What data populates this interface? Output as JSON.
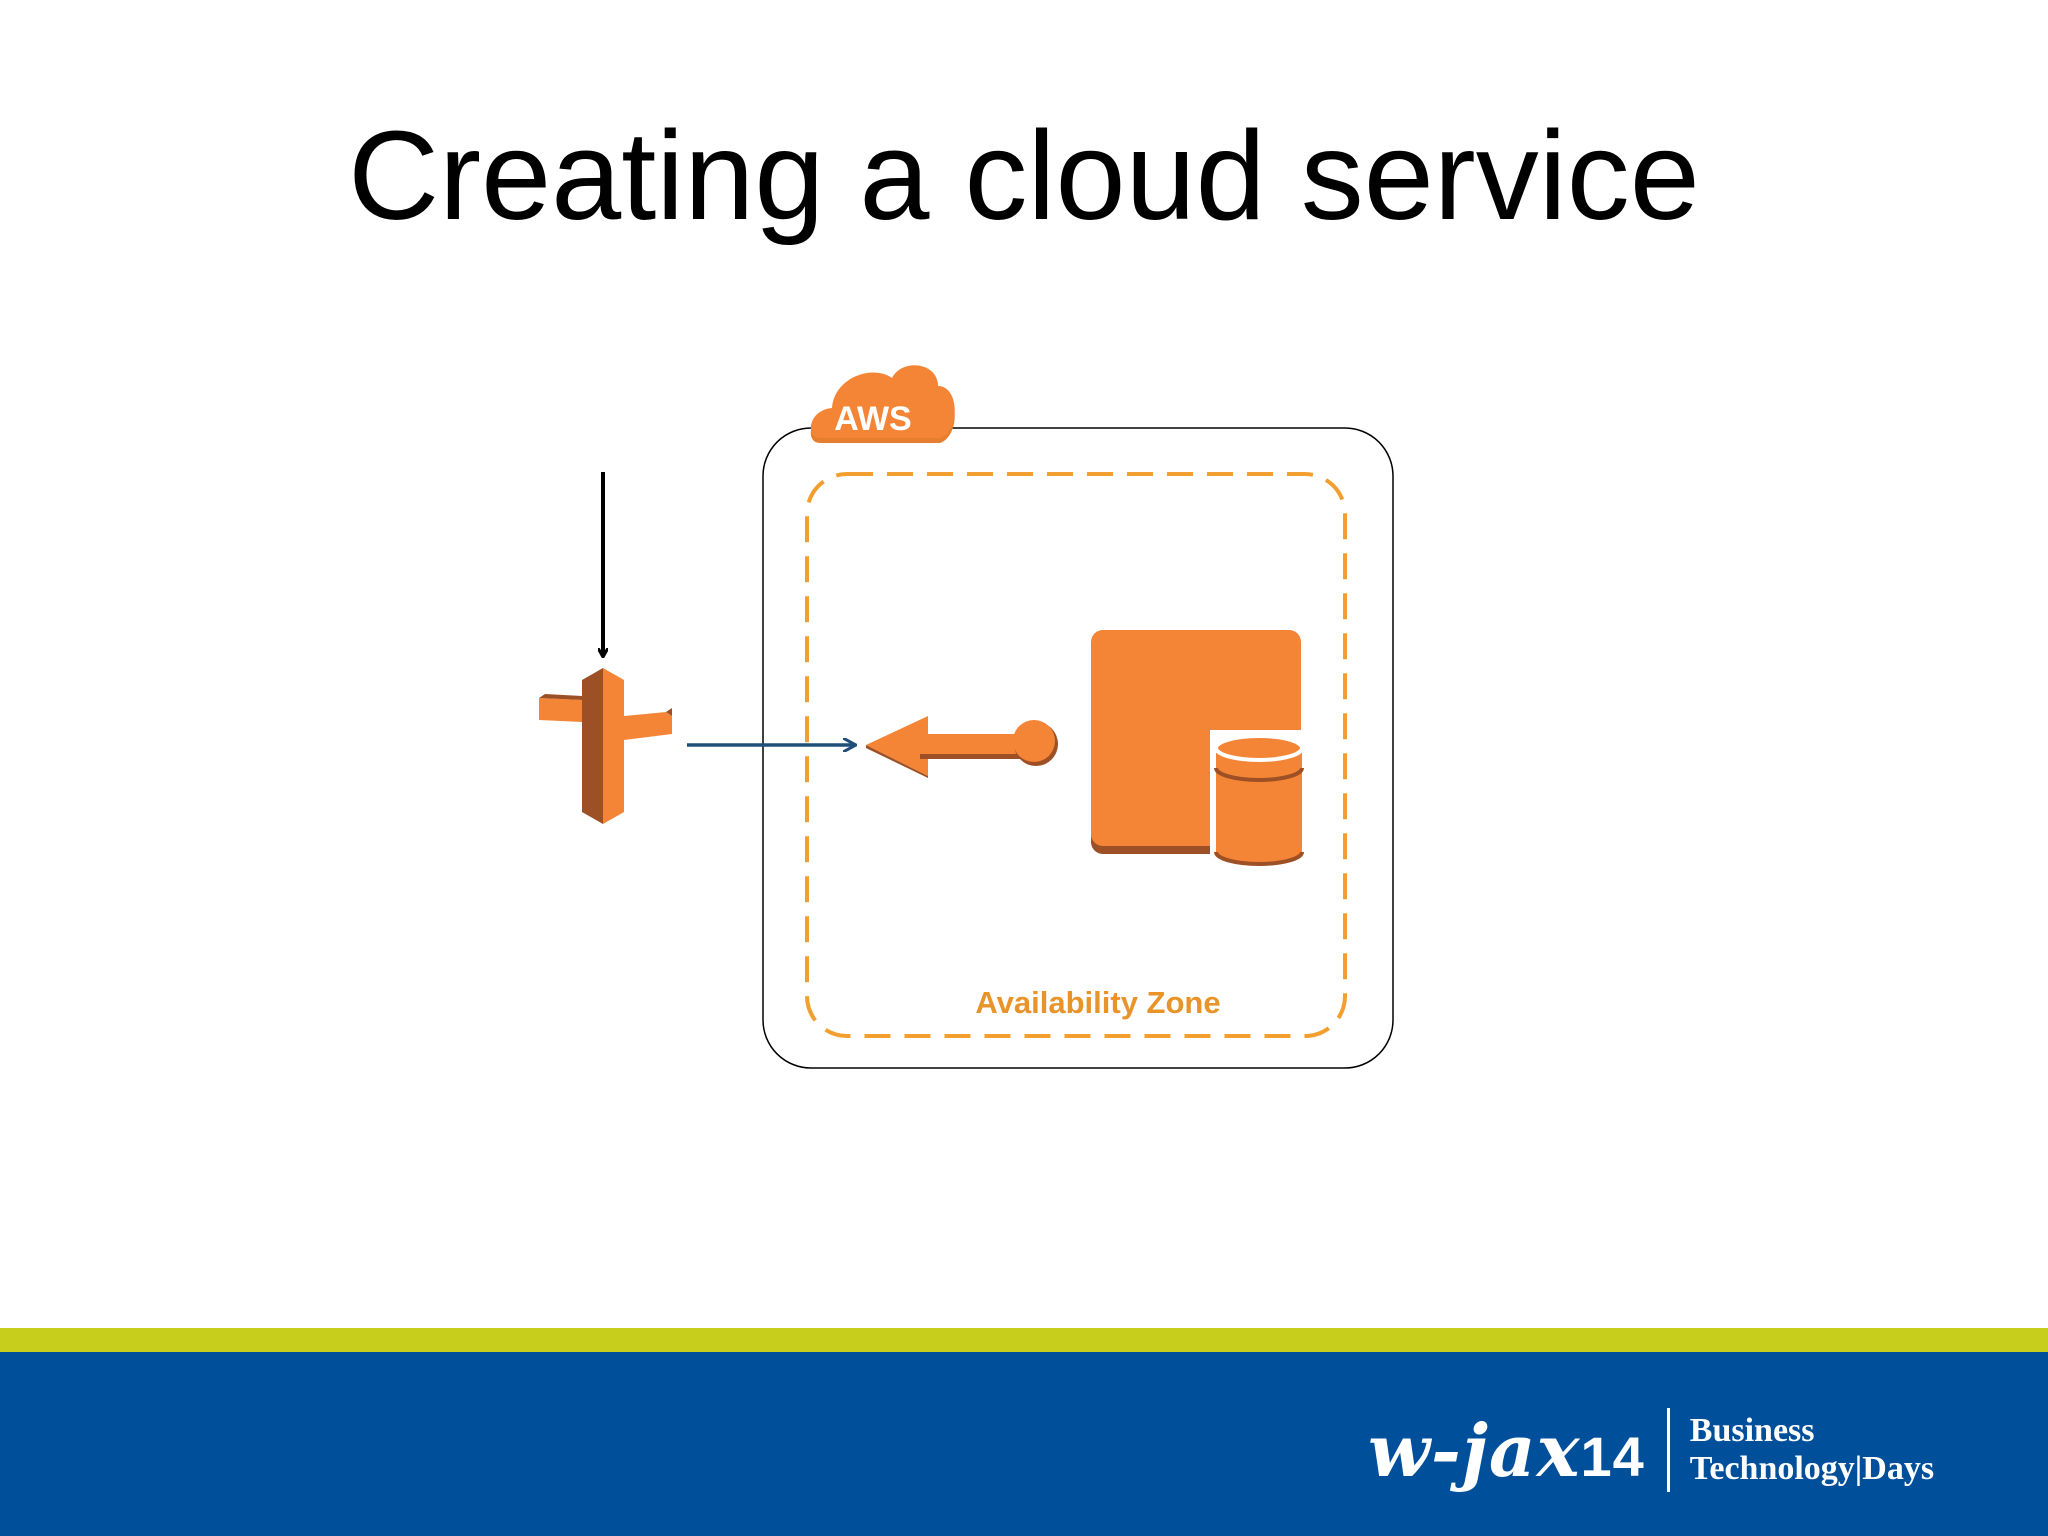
{
  "slide": {
    "title": "Creating a cloud service"
  },
  "diagram": {
    "cloud_label": "AWS",
    "zone_label": "Availability Zone",
    "colors": {
      "aws_orange": "#f58536",
      "aws_orange_dark": "#9d5025",
      "zone_dash": "#f29f2f",
      "zone_text": "#e8942a",
      "arrow_blue": "#1f4e79",
      "arrow_black": "#000000"
    }
  },
  "footer": {
    "logo_mark": "w-jax",
    "logo_year": "14",
    "logo_line1": "Business",
    "logo_line2": "Technology|Days",
    "colors": {
      "band": "#004f9b",
      "stripe": "#c7cf1c"
    }
  }
}
